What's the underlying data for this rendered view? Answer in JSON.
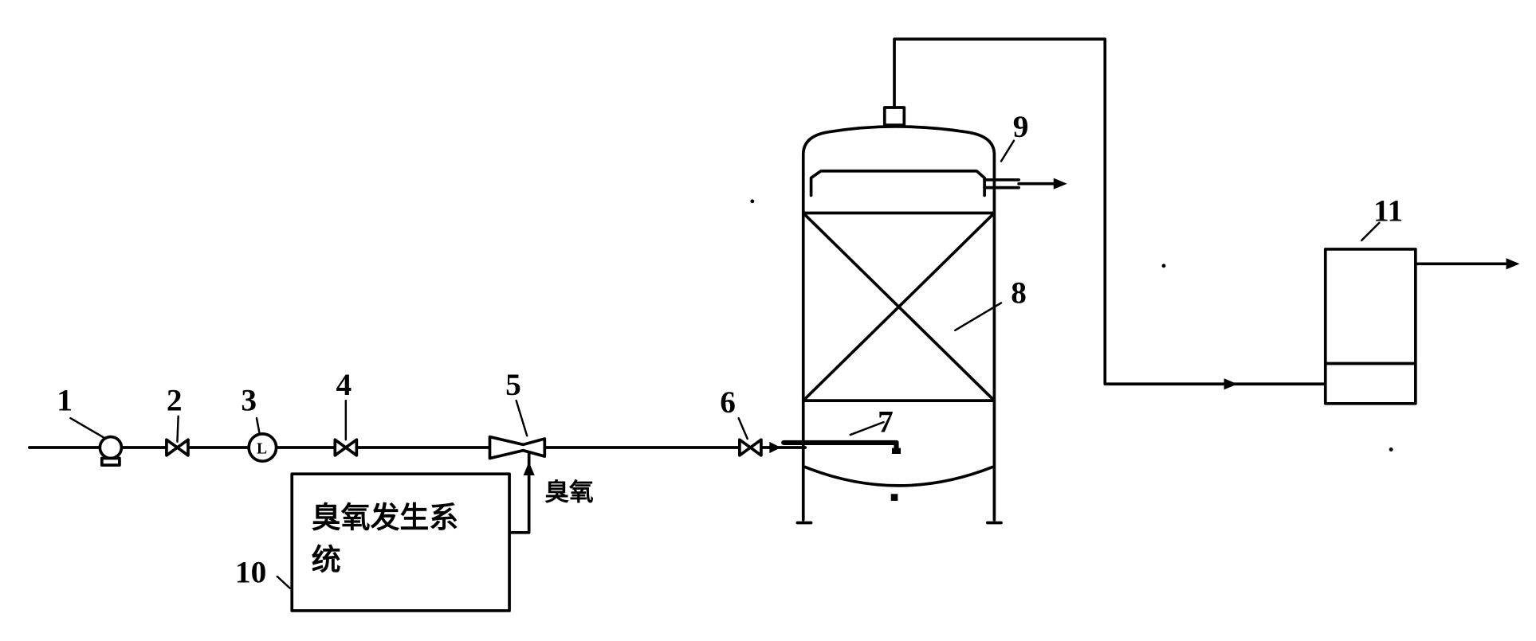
{
  "labels": {
    "pump": "1",
    "valve_inlet": "2",
    "flowmeter": "3",
    "valve_mid": "4",
    "ejector": "5",
    "valve_reactor": "6",
    "distributor": "7",
    "packing": "8",
    "outlet": "9",
    "ozone_generator": "10",
    "tank": "11"
  },
  "flowmeter_symbol": "L",
  "ozone_inlet_label": "臭氧",
  "ozone_generator_text": {
    "line1": "臭氧发生系",
    "line2": "统"
  }
}
